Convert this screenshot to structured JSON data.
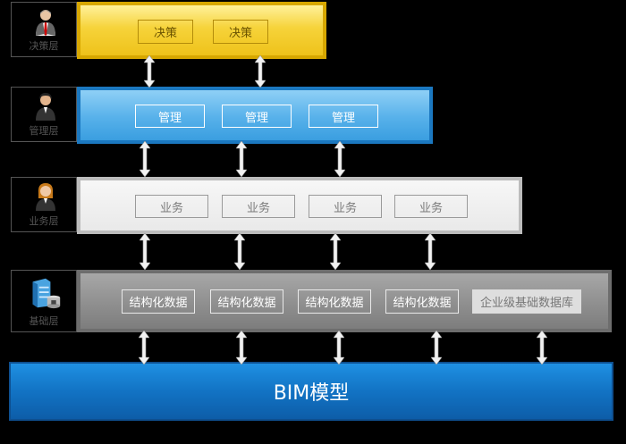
{
  "layers": {
    "decision": {
      "label": "决策层",
      "boxes": [
        "决策",
        "决策"
      ]
    },
    "management": {
      "label": "管理层",
      "boxes": [
        "管理",
        "管理",
        "管理"
      ]
    },
    "business": {
      "label": "业务层",
      "boxes": [
        "业务",
        "业务",
        "业务",
        "业务"
      ]
    },
    "foundation": {
      "label": "基础层",
      "boxes": [
        "结构化数据",
        "结构化数据",
        "结构化数据",
        "结构化数据",
        "企业级基础数据库"
      ]
    }
  },
  "bim": {
    "label": "BIM模型"
  },
  "icons": {
    "decision": "person-suit-red-tie-icon",
    "management": "person-dark-hair-icon",
    "business": "person-woman-icon",
    "foundation": "server-database-icon"
  },
  "colors": {
    "decision": "#f3cd2e",
    "management": "#4aa8e6",
    "business": "#eeeeee",
    "foundation": "#8f8f8f",
    "bim": "#1273c4"
  }
}
